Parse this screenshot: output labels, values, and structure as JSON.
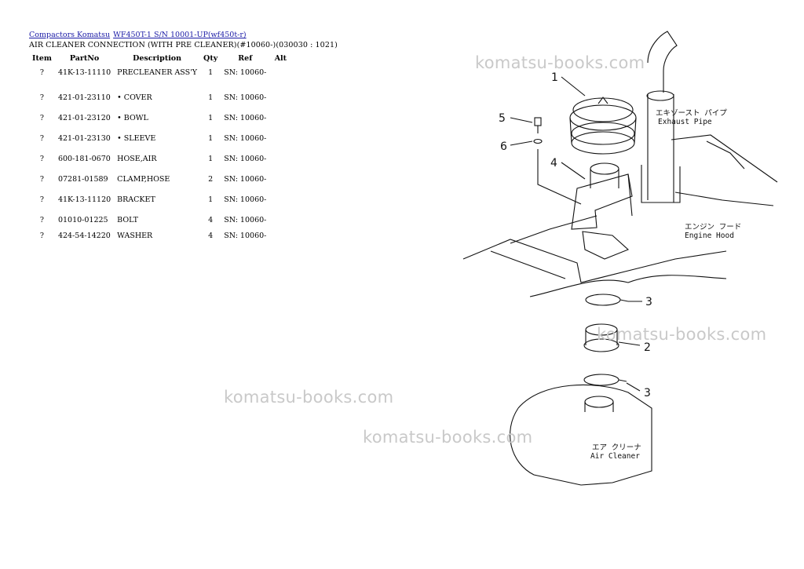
{
  "breadcrumb": {
    "link1": "Compactors Komatsu",
    "link2": "WF450T-1 S/N 10001-UP(wf450t-r)"
  },
  "subtitle": "AIR CLEANER CONNECTION (WITH PRE CLEANER)(#10060-)(030030 : 1021)",
  "table": {
    "headers": {
      "item": "Item",
      "partno": "PartNo",
      "description": "Description",
      "qty": "Qty",
      "ref": "Ref",
      "alt": "Alt"
    },
    "rows": [
      {
        "item": "?",
        "partno": "41K-13-11110",
        "description": "PRECLEANER ASS'Y",
        "qty": "1",
        "ref": "SN: 10060-",
        "alt": ""
      },
      {
        "item": "?",
        "partno": "421-01-23110",
        "description": "• COVER",
        "qty": "1",
        "ref": "SN: 10060-",
        "alt": ""
      },
      {
        "item": "?",
        "partno": "421-01-23120",
        "description": "• BOWL",
        "qty": "1",
        "ref": "SN: 10060-",
        "alt": ""
      },
      {
        "item": "?",
        "partno": "421-01-23130",
        "description": "• SLEEVE",
        "qty": "1",
        "ref": "SN: 10060-",
        "alt": ""
      },
      {
        "item": "?",
        "partno": "600-181-0670",
        "description": "HOSE,AIR",
        "qty": "1",
        "ref": "SN: 10060-",
        "alt": ""
      },
      {
        "item": "?",
        "partno": "07281-01589",
        "description": "CLAMP,HOSE",
        "qty": "2",
        "ref": "SN: 10060-",
        "alt": ""
      },
      {
        "item": "?",
        "partno": "41K-13-11120",
        "description": "BRACKET",
        "qty": "1",
        "ref": "SN: 10060-",
        "alt": ""
      },
      {
        "item": "?",
        "partno": "01010-01225",
        "description": "BOLT",
        "qty": "4",
        "ref": "SN: 10060-",
        "alt": ""
      },
      {
        "item": "?",
        "partno": "424-54-14220",
        "description": "WASHER",
        "qty": "4",
        "ref": "SN: 10060-",
        "alt": ""
      }
    ]
  },
  "watermark": "komatsu-books.com",
  "diagram": {
    "callouts": {
      "c1": "1",
      "c2": "2",
      "c3a": "3",
      "c3b": "3",
      "c4": "4",
      "c5": "5",
      "c6": "6"
    },
    "labels": {
      "exhaust_jp": "エキゾースト パイプ",
      "exhaust_en": "Exhaust Pipe",
      "hood_jp": "エンジン フード",
      "hood_en": "Engine Hood",
      "aircleaner_jp": "エア クリーナ",
      "aircleaner_en": "Air Cleaner"
    }
  }
}
